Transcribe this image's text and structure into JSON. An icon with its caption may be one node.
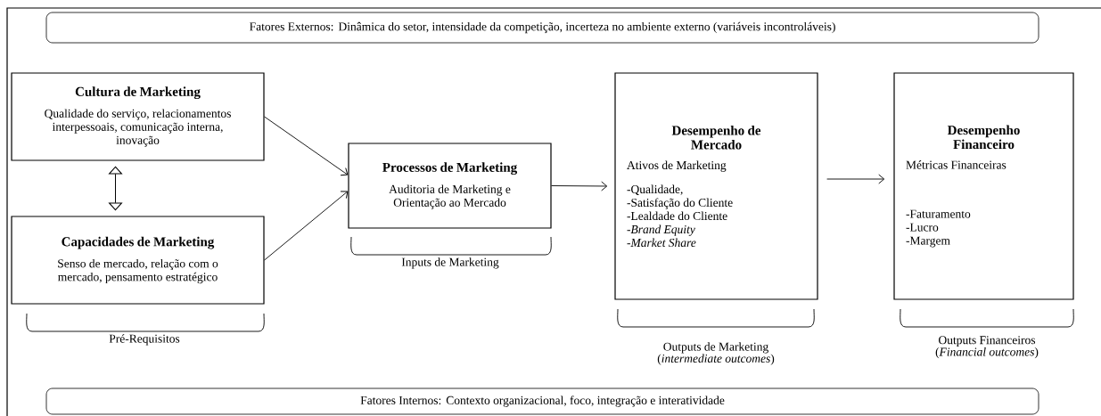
{
  "diagram": {
    "nodes": [
      {
        "text": [
          "Fatores Externos: Dinâmica do setor, intensidade da competição, incerteza no ambiente externo (variáveis incontroláveis)"
        ]
      },
      {
        "text": [
          "Cultura de Marketing",
          "Qualidade do serviço, relacionamentos interpessoais, comunicação interna, inovação"
        ]
      },
      {
        "text": [
          "Capacidades de Marketing",
          "Senso de mercado, relação com o mercado, pensamento estratégico"
        ]
      },
      {
        "text": [
          "Processos de Marketing",
          "Auditoria de Marketing e Orientação ao Mercado"
        ]
      },
      {
        "text": [
          "Desempenho de Mercado",
          "Ativos de Marketing",
          "-Qualidade,",
          "-Satisfação do Cliente",
          "-Lealdade do Cliente",
          "-*Brand Equity*",
          "-*Market Share*"
        ]
      },
      {
        "text": [
          "Desempenho Financeiro",
          "Métricas Financeiras",
          "-Faturamento",
          "-Lucro",
          "-Margem"
        ]
      },
      {
        "text": [
          "Fatores Internos: Contexto organizacional, foco, integração e interatividade"
        ]
      }
    ],
    "edges": [
      {
        "from": 1,
        "to": 2,
        "arrow": "both"
      },
      {
        "from": 1,
        "to": 3,
        "arrow": "to"
      },
      {
        "from": 2,
        "to": 3,
        "arrow": "to"
      },
      {
        "from": 3,
        "to": 4,
        "arrow": "to"
      },
      {
        "from": 4,
        "to": 5,
        "arrow": "to"
      }
    ],
    "labels": [
      "Pré-Requisitos",
      "Inputs de Marketing",
      "Outputs de Marketing (*intermediate outcomes*)",
      "Outputs Financeiros (*Financial outcomes*)"
    ]
  }
}
